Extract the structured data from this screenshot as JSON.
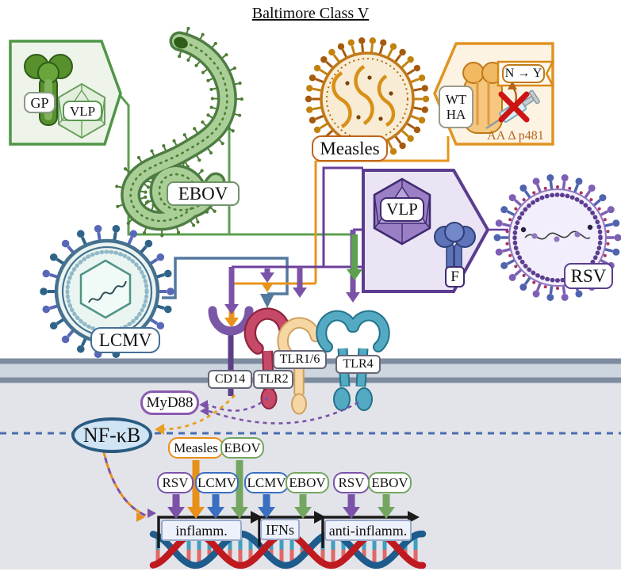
{
  "title": "Baltimore Class V",
  "ebov": {
    "box_gp": "GP",
    "box_vlp": "VLP",
    "virus_label": "EBOV"
  },
  "measles": {
    "virus_label": "Measles"
  },
  "ha_mutation": {
    "wt": "WT",
    "ha": "HA",
    "substitution": "N → Y",
    "annotation": "AA Δ p481"
  },
  "rsv": {
    "box_vlp": "VLP",
    "box_f": "F",
    "virus_label": "RSV"
  },
  "lcmv": {
    "virus_label": "LCMV"
  },
  "receptors": {
    "cd14": "CD14",
    "tlr2": "TLR2",
    "tlr1_6": "TLR1/6",
    "tlr4": "TLR4"
  },
  "signaling": {
    "adapter": "MyD88",
    "tf": "NF-κB"
  },
  "genes": [
    {
      "name": "inflamm.",
      "inducers": [
        {
          "virus": "RSV",
          "color": "#7b52a8",
          "tall": false
        },
        {
          "virus": "Measles",
          "color": "#e8901a",
          "tall": true
        },
        {
          "virus": "LCMV",
          "color": "#3a6ec0",
          "tall": false
        },
        {
          "virus": "EBOV",
          "color": "#74a661",
          "tall": true
        }
      ]
    },
    {
      "name": "IFNs",
      "inducers": [
        {
          "virus": "LCMV",
          "color": "#3a6ec0",
          "tall": false
        },
        {
          "virus": "EBOV",
          "color": "#74a661",
          "tall": false
        }
      ]
    },
    {
      "name": "anti-inflamm.",
      "inducers": [
        {
          "virus": "RSV",
          "color": "#7b52a8",
          "tall": false
        },
        {
          "virus": "EBOV",
          "color": "#74a661",
          "tall": false
        }
      ]
    }
  ],
  "colors": {
    "ebov_green": "#4f9646",
    "measles_orange": "#e8941c",
    "rsv_purple": "#6a3d9a",
    "lcmv_steel": "#4a7096",
    "tlr2_red": "#c64a67",
    "tlr16_tan": "#f0cd9b",
    "tlr4_teal": "#53aac2",
    "cd14_purple": "#7a57a7",
    "nfkb_blue": "#2a5b80",
    "membrane_gray": "#7e8ca0",
    "dna_red": "#bf1a1f",
    "dna_blue": "#1d5c8c"
  }
}
